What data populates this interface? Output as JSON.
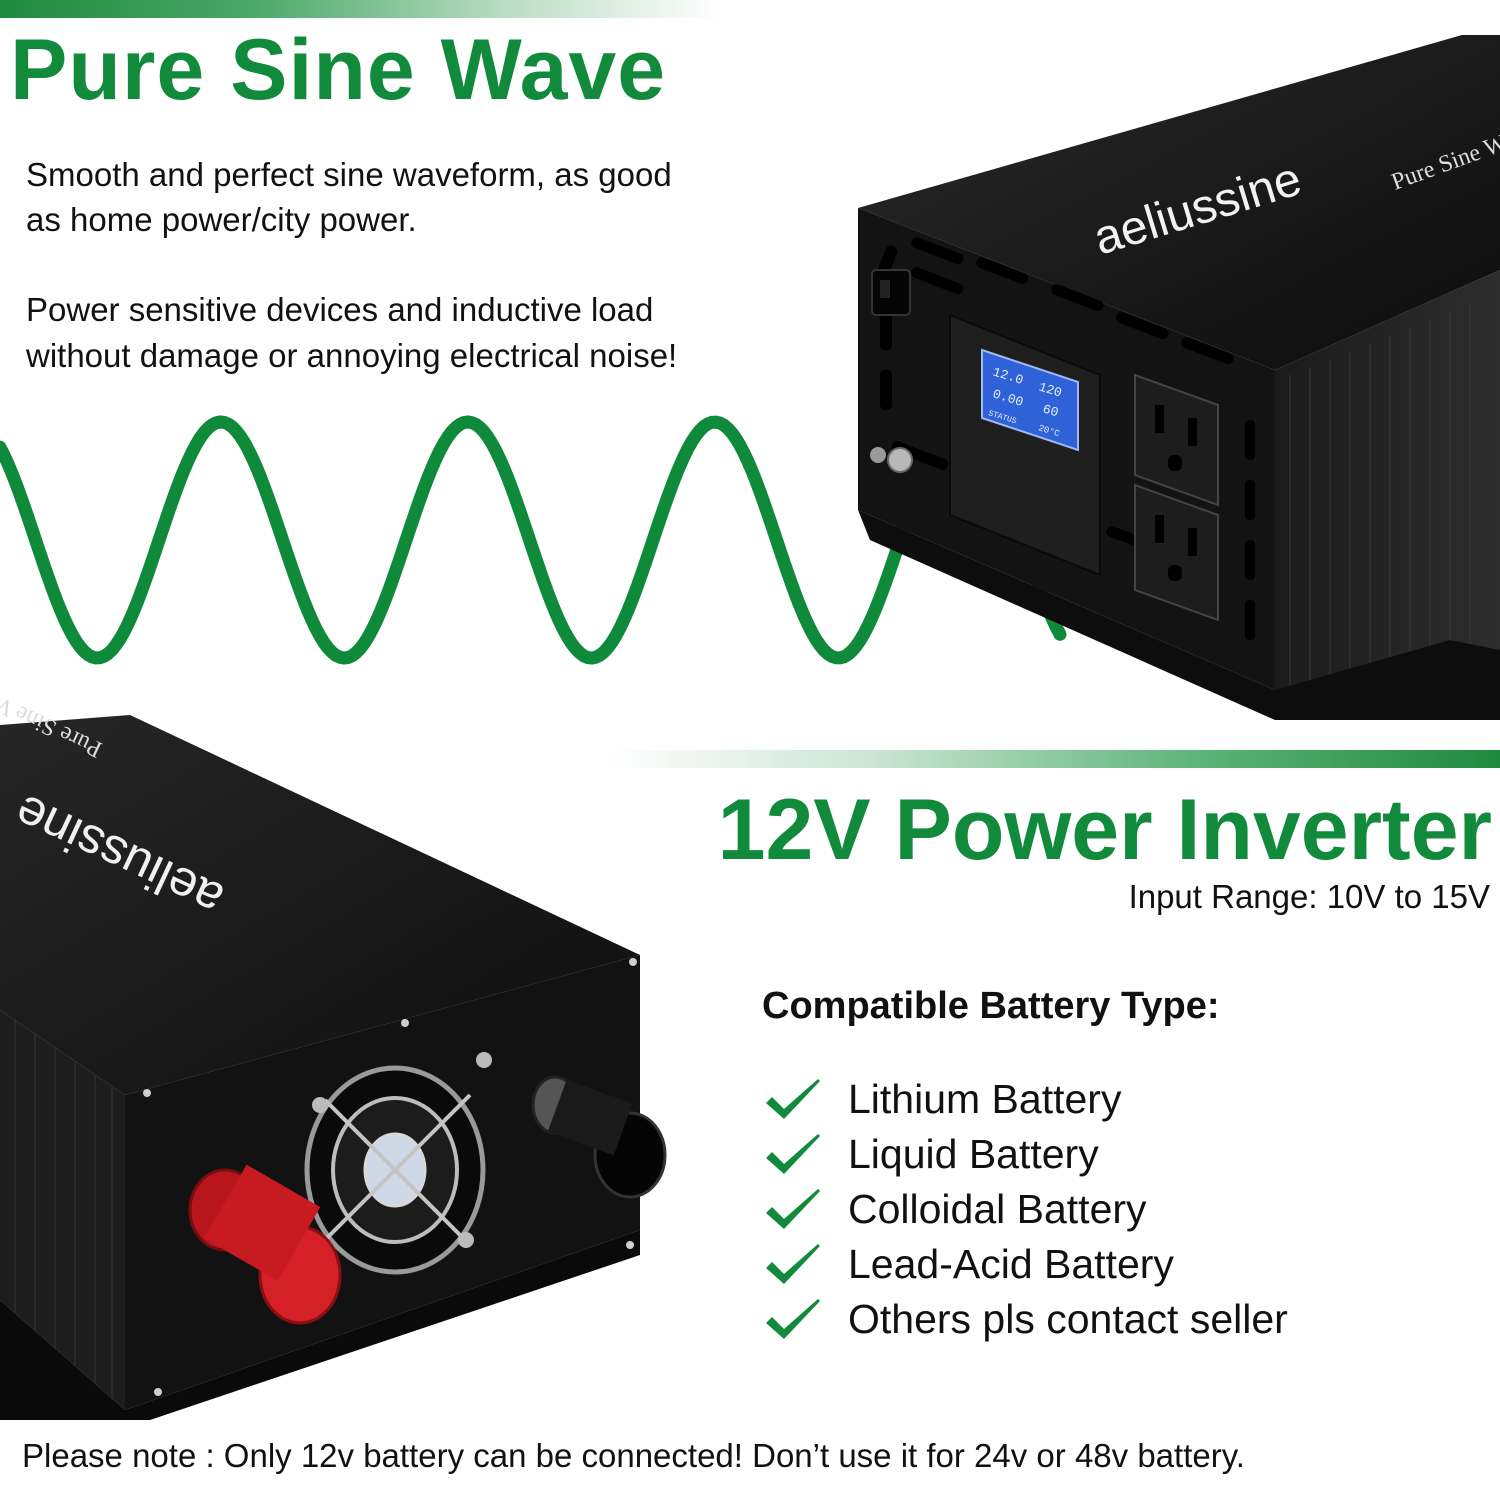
{
  "header": {
    "title": "Pure Sine Wave",
    "paragraph1_line1": "Smooth and perfect sine waveform, as good",
    "paragraph1_line2": "as home power/city power.",
    "paragraph2_line1": "Power sensitive devices and inductive load",
    "paragraph2_line2": "without damage or annoying electrical noise!"
  },
  "product": {
    "brand": "aeliussine",
    "model_text_top": "Pure Sine Wave",
    "model_text_bottom": "Pure Sine Wave Inverter",
    "lcd": {
      "in_v": "12.0",
      "out_v": "120",
      "out_a": "0.00",
      "freq": "60",
      "status": "STATUS",
      "temp": "20°C"
    }
  },
  "specs": {
    "title": "12V Power Inverter",
    "input_range": "Input Range: 10V to 15V",
    "compat_title": "Compatible Battery Type:",
    "batteries": [
      "Lithium Battery",
      "Liquid Battery",
      "Colloidal Battery",
      "Lead-Acid Battery",
      "Others pls contact seller"
    ]
  },
  "footer": {
    "note": "Please note : Only 12v battery can be connected! Don’t use it for 24v or 48v battery."
  },
  "colors": {
    "brand_green": "#118a3b",
    "wave_green": "#0f8a3a",
    "device_black": "#161616"
  }
}
